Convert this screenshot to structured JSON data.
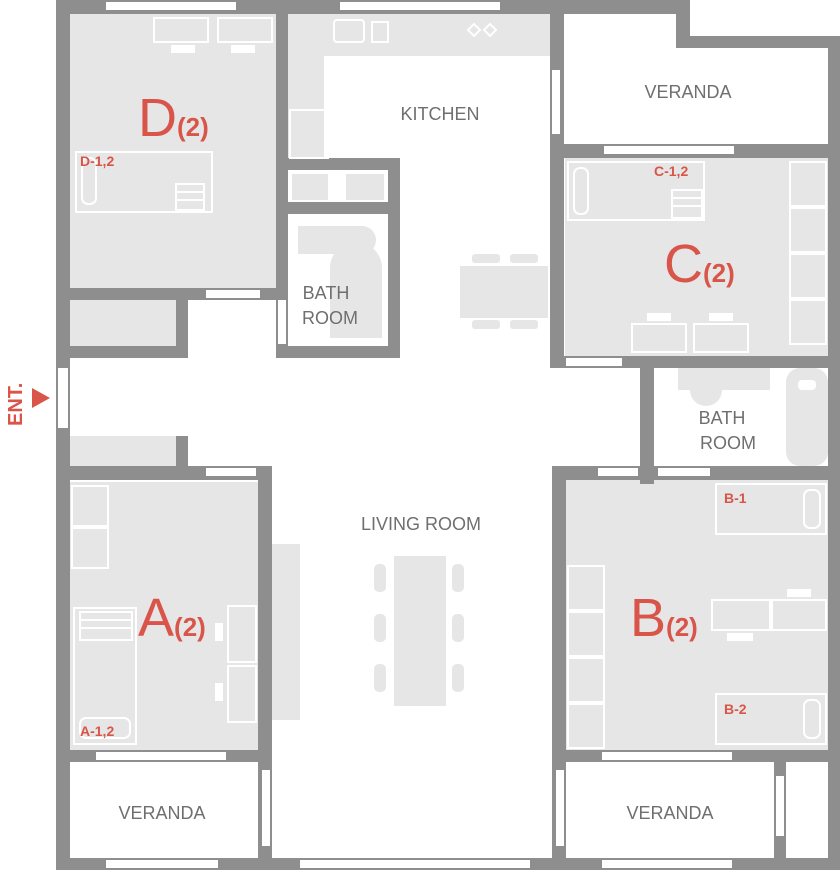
{
  "rooms": {
    "kitchen": "KITCHEN",
    "veranda_top": "VERANDA",
    "bath1_line1": "BATH",
    "bath1_line2": "ROOM",
    "bath2_line1": "BATH",
    "bath2_line2": "ROOM",
    "living": "LIVING ROOM",
    "veranda_bl": "VERANDA",
    "veranda_br": "VERANDA"
  },
  "bedrooms": {
    "D": {
      "letter": "D",
      "cap": "(2)",
      "beds": "D-1,2"
    },
    "C": {
      "letter": "C",
      "cap": "(2)",
      "beds": "C-1,2"
    },
    "A": {
      "letter": "A",
      "cap": "(2)",
      "beds": "A-1,2"
    },
    "B": {
      "letter": "B",
      "cap": "(2)",
      "beds_1": "B-1",
      "beds_2": "B-2"
    }
  },
  "entrance": {
    "label": "ENT."
  },
  "colors": {
    "wall": "#8e8e8e",
    "room_fill": "#e6e6e6",
    "furniture": "#d8d8d8",
    "accent": "#d9554a",
    "label": "#6f6f6f"
  }
}
